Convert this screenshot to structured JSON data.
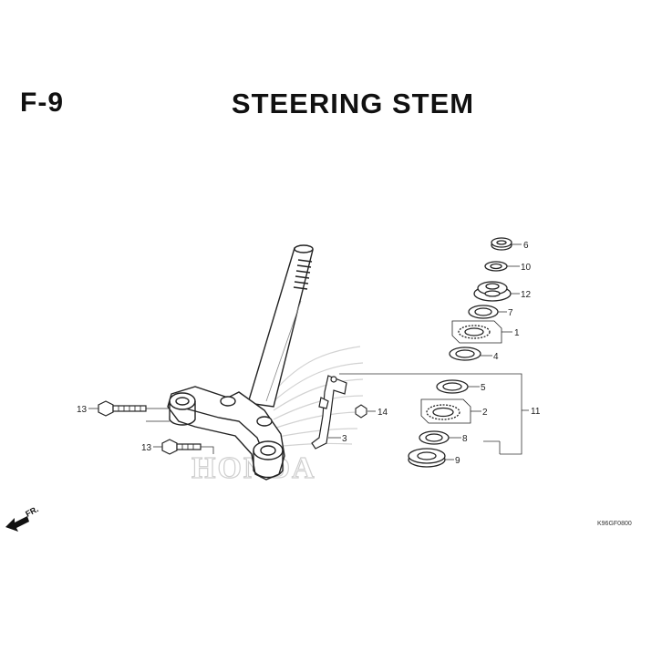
{
  "header": {
    "page_code": "F-9",
    "title": "STEERING STEM"
  },
  "watermark": {
    "text": "HONDA"
  },
  "direction": {
    "label": "FR."
  },
  "drawing_code": "K96GF0800",
  "callouts": {
    "c1": "1",
    "c2": "2",
    "c3": "3",
    "c4": "4",
    "c5": "5",
    "c6": "6",
    "c7": "7",
    "c8": "8",
    "c9": "9",
    "c10": "10",
    "c11": "11",
    "c12": "12",
    "c13a": "13",
    "c13b": "13",
    "c14": "14"
  },
  "colors": {
    "line": "#222222",
    "watermark": "#cfcfcf"
  }
}
